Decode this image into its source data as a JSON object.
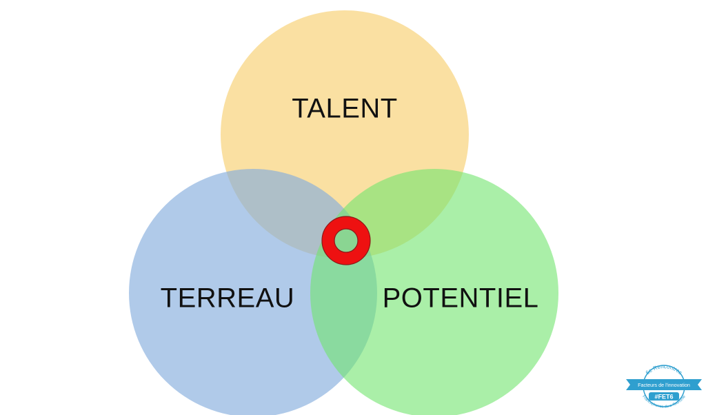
{
  "diagram": {
    "circles": {
      "talent": {
        "label": "TALENT",
        "color": "#f8d47e"
      },
      "terreau": {
        "label": "TERREAU",
        "color": "#86aedd"
      },
      "potentiel": {
        "label": "POTENTIEL",
        "color": "#72e56e"
      }
    },
    "center_ring_color": "#ee1111",
    "center_ring_outline": "#8a1a1a"
  },
  "badge": {
    "top": "6e Rencontres",
    "middle": "Facteurs de l'innovation",
    "hashtag": "#FET6",
    "bottom": "Francophones du e-Tourisme",
    "color": "#2f9fcf"
  }
}
